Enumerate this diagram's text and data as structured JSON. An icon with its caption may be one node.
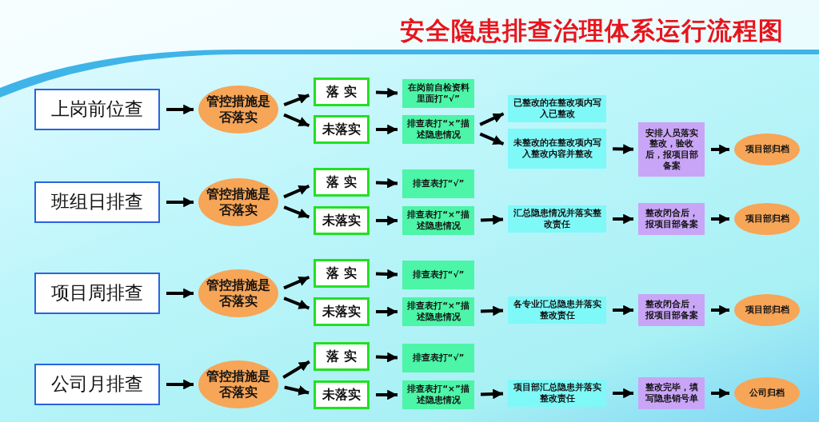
{
  "diagram": {
    "title": "安全隐患排查治理体系运行流程图",
    "nodes": [
      {
        "text": [
          "上岗前位查"
        ]
      },
      {
        "text": [
          "管控措施是否落实"
        ]
      },
      {
        "text": [
          "落 实"
        ]
      },
      {
        "text": [
          "未落实"
        ]
      },
      {
        "text": [
          "在岗前自检资料里面打“√”"
        ]
      },
      {
        "text": [
          "排查表打“×”描述隐患情况"
        ]
      },
      {
        "text": [
          "已整改的在整改项内写入已整改"
        ]
      },
      {
        "text": [
          "未整改的在整改项内写入整改内容并整改"
        ]
      },
      {
        "text": [
          "安排人员落实整改，验收后，报项目部备案"
        ]
      },
      {
        "text": [
          "项目部归档"
        ]
      },
      {
        "text": [
          "班组日排查"
        ]
      },
      {
        "text": [
          "管控措施是否落实"
        ]
      },
      {
        "text": [
          "落 实"
        ]
      },
      {
        "text": [
          "未落实"
        ]
      },
      {
        "text": [
          "排查表打“√”"
        ]
      },
      {
        "text": [
          "排查表打“×”描述隐患情况"
        ]
      },
      {
        "text": [
          "汇总隐患情况并落实整改责任"
        ]
      },
      {
        "text": [
          "整改闭合后，报项目部备案"
        ]
      },
      {
        "text": [
          "项目部归档"
        ]
      },
      {
        "text": [
          "项目周排查"
        ]
      },
      {
        "text": [
          "管控措施是否落实"
        ]
      },
      {
        "text": [
          "落 实"
        ]
      },
      {
        "text": [
          "未落实"
        ]
      },
      {
        "text": [
          "排查表打“√”"
        ]
      },
      {
        "text": [
          "排查表打“×”描述隐患情况"
        ]
      },
      {
        "text": [
          "各专业汇总隐患并落实整改责任"
        ]
      },
      {
        "text": [
          "整改闭合后，报项目部备案"
        ]
      },
      {
        "text": [
          "项目部归档"
        ]
      },
      {
        "text": [
          "公司月排查"
        ]
      },
      {
        "text": [
          "管控措施是否落实"
        ]
      },
      {
        "text": [
          "落 实"
        ]
      },
      {
        "text": [
          "未落实"
        ]
      },
      {
        "text": [
          "排查表打“√”"
        ]
      },
      {
        "text": [
          "排查表打“×”描述隐患情况"
        ]
      },
      {
        "text": [
          "项目部汇总隐患并落实整改责任"
        ]
      },
      {
        "text": [
          "整改完毕，填写隐患销号单"
        ]
      },
      {
        "text": [
          "公司归档"
        ]
      }
    ],
    "edges": [
      {
        "from": 0,
        "to": 1,
        "arrow": "to"
      },
      {
        "from": 1,
        "to": 2,
        "arrow": "to"
      },
      {
        "from": 1,
        "to": 3,
        "arrow": "to"
      },
      {
        "from": 2,
        "to": 4,
        "arrow": "to"
      },
      {
        "from": 3,
        "to": 5,
        "arrow": "to"
      },
      {
        "from": 5,
        "to": 6,
        "arrow": "to"
      },
      {
        "from": 5,
        "to": 7,
        "arrow": "to"
      },
      {
        "from": 7,
        "to": 8,
        "arrow": "to"
      },
      {
        "from": 8,
        "to": 9,
        "arrow": "to"
      },
      {
        "from": 10,
        "to": 11,
        "arrow": "to"
      },
      {
        "from": 11,
        "to": 12,
        "arrow": "to"
      },
      {
        "from": 11,
        "to": 13,
        "arrow": "to"
      },
      {
        "from": 12,
        "to": 14,
        "arrow": "to"
      },
      {
        "from": 13,
        "to": 15,
        "arrow": "to"
      },
      {
        "from": 15,
        "to": 16,
        "arrow": "to"
      },
      {
        "from": 16,
        "to": 17,
        "arrow": "to"
      },
      {
        "from": 17,
        "to": 18,
        "arrow": "to"
      },
      {
        "from": 19,
        "to": 20,
        "arrow": "to"
      },
      {
        "from": 20,
        "to": 21,
        "arrow": "to"
      },
      {
        "from": 20,
        "to": 22,
        "arrow": "to"
      },
      {
        "from": 21,
        "to": 23,
        "arrow": "to"
      },
      {
        "from": 22,
        "to": 24,
        "arrow": "to"
      },
      {
        "from": 24,
        "to": 25,
        "arrow": "to"
      },
      {
        "from": 25,
        "to": 26,
        "arrow": "to"
      },
      {
        "from": 26,
        "to": 27,
        "arrow": "to"
      },
      {
        "from": 28,
        "to": 29,
        "arrow": "to"
      },
      {
        "from": 29,
        "to": 30,
        "arrow": "to"
      },
      {
        "from": 29,
        "to": 31,
        "arrow": "to"
      },
      {
        "from": 30,
        "to": 32,
        "arrow": "to"
      },
      {
        "from": 31,
        "to": 33,
        "arrow": "to"
      },
      {
        "from": 33,
        "to": 34,
        "arrow": "to"
      },
      {
        "from": 34,
        "to": 35,
        "arrow": "to"
      },
      {
        "from": 35,
        "to": 36,
        "arrow": "to"
      }
    ]
  }
}
